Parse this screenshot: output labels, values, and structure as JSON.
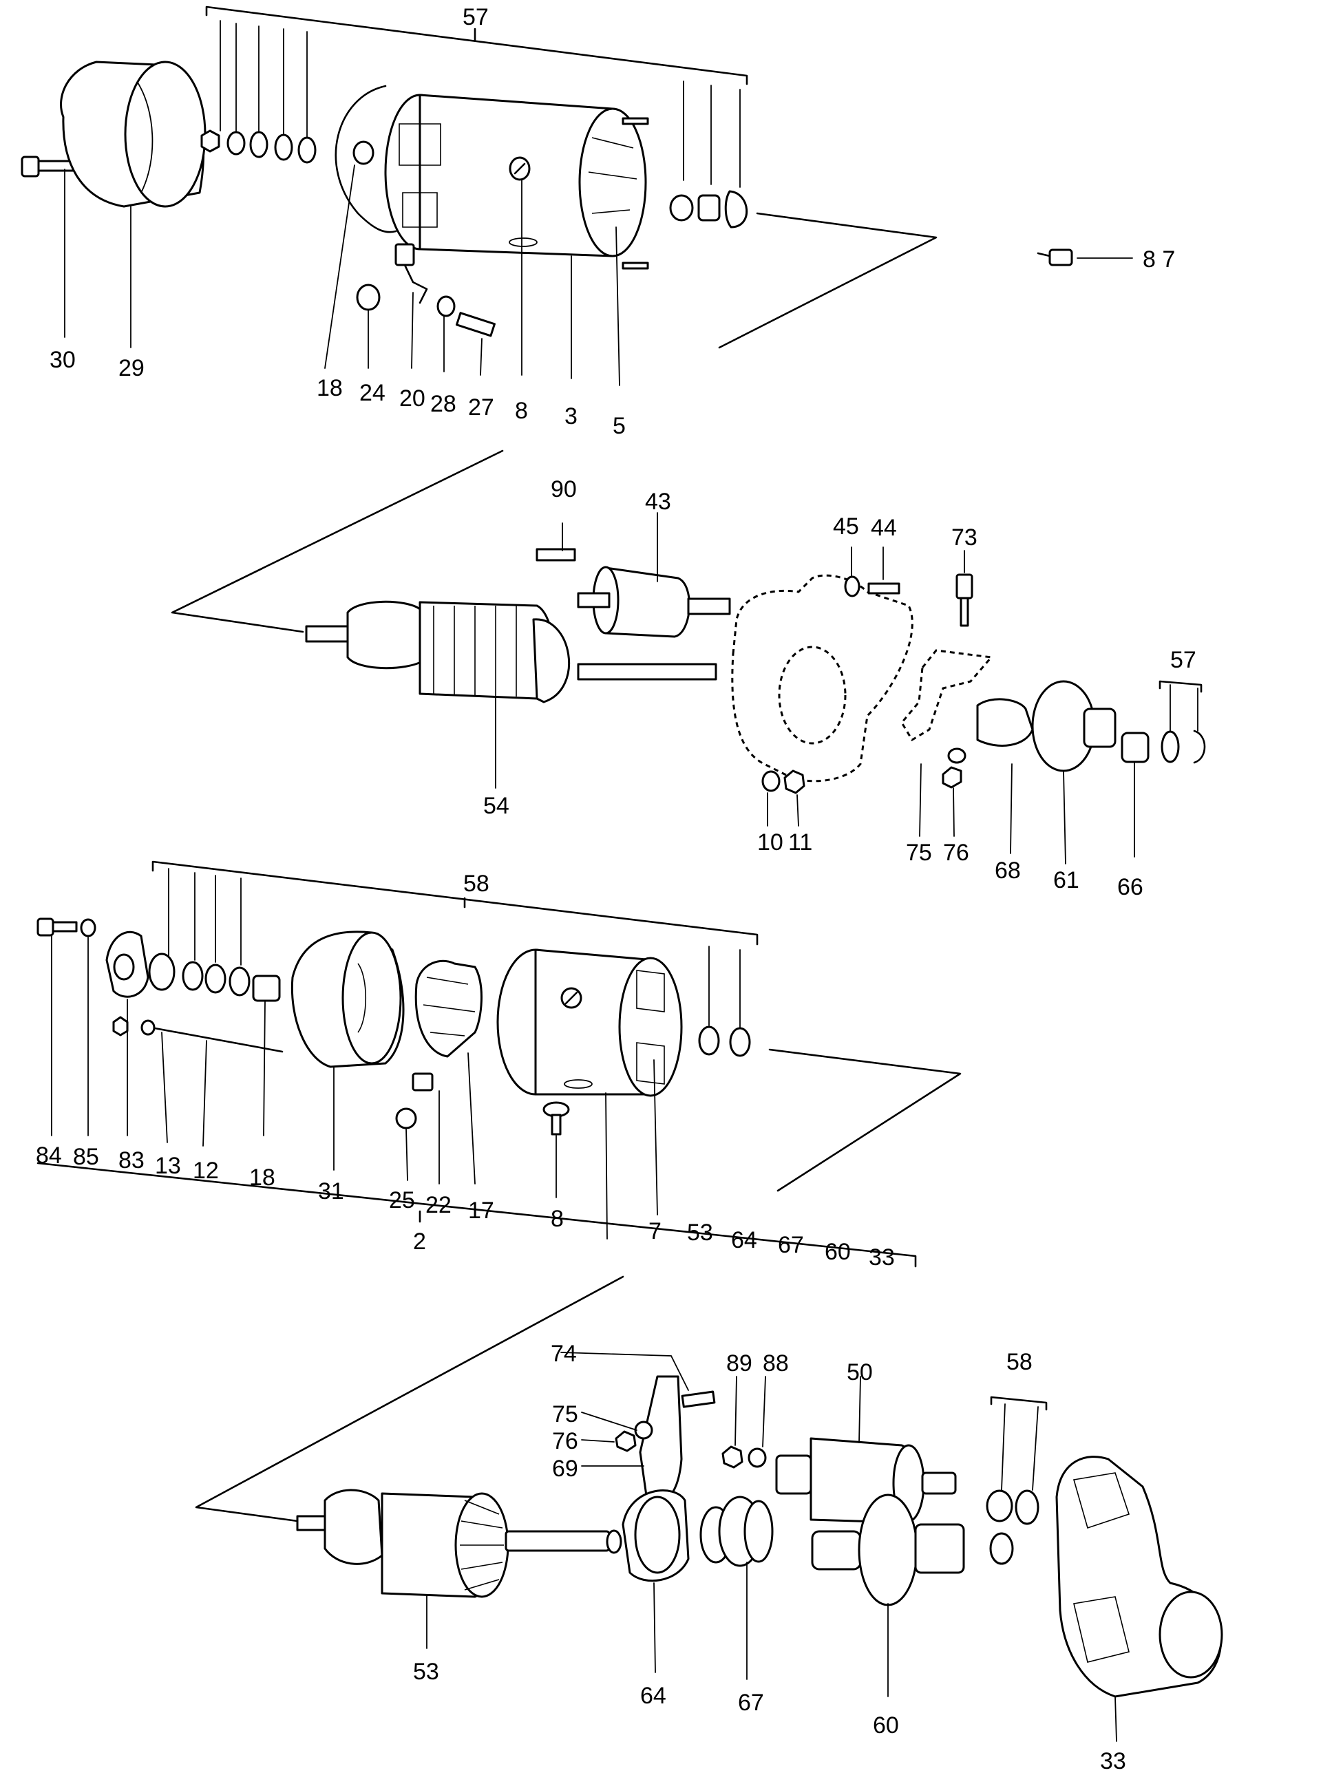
{
  "diagram": {
    "labels": {
      "l57a": "57",
      "l30": "30",
      "l29": "29",
      "l18a": "18",
      "l24": "24",
      "l20": "20",
      "l28": "28",
      "l27": "27",
      "l8a": "8",
      "l3": "3",
      "l5": "5",
      "l87": "8 7",
      "l90": "90",
      "l43": "43",
      "l45": "45",
      "l44": "44",
      "l73": "73",
      "l57b": "57",
      "l54": "54",
      "l10": "10",
      "l11": "11",
      "l75a": "75",
      "l76a": "76",
      "l68": "68",
      "l61": "61",
      "l66": "66",
      "l58a": "58",
      "l84": "84",
      "l85": "85",
      "l83": "83",
      "l13": "13",
      "l12": "12",
      "l18b": "18",
      "l31": "31",
      "l25": "25",
      "l22": "22",
      "l17": "17",
      "l8b": "8",
      "l7": "7",
      "l53a": "53",
      "l64a": "64",
      "l67a": "67",
      "l60a": "60",
      "l33a": "33",
      "l2": "2",
      "l74": "74",
      "l89": "89",
      "l88": "88",
      "l50": "50",
      "l58b": "58",
      "l75b": "75",
      "l76b": "76",
      "l69": "69",
      "l53b": "53",
      "l64b": "64",
      "l67b": "67",
      "l60b": "60",
      "l33b": "33"
    }
  }
}
